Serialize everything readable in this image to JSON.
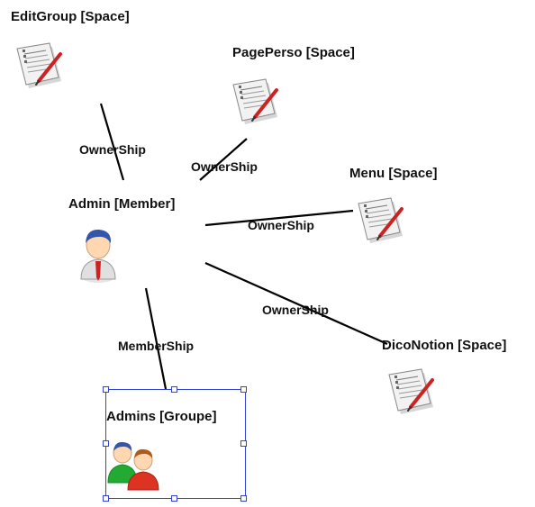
{
  "nodes": {
    "editgroup": {
      "label": "EditGroup [Space]",
      "type": "space",
      "icon": "document-pen-icon"
    },
    "pageperso": {
      "label": "PagePerso [Space]",
      "type": "space",
      "icon": "document-pen-icon"
    },
    "menu": {
      "label": "Menu [Space]",
      "type": "space",
      "icon": "document-pen-icon"
    },
    "diconotion": {
      "label": "DicoNotion [Space]",
      "type": "space",
      "icon": "document-pen-icon"
    },
    "admin": {
      "label": "Admin [Member]",
      "type": "member",
      "icon": "user-icon"
    },
    "admins": {
      "label": "Admins [Groupe]",
      "type": "group",
      "icon": "user-group-icon",
      "selected": true
    }
  },
  "edges": {
    "e1": {
      "label": "OwnerShip",
      "from": "admin",
      "to": "editgroup"
    },
    "e2": {
      "label": "OwnerShip",
      "from": "admin",
      "to": "pageperso"
    },
    "e3": {
      "label": "OwnerShip",
      "from": "admin",
      "to": "menu"
    },
    "e4": {
      "label": "OwnerShip",
      "from": "admin",
      "to": "diconotion"
    },
    "e5": {
      "label": "MemberShip",
      "from": "admin",
      "to": "admins"
    }
  },
  "colors": {
    "edge": "#000000",
    "selection": "#3344cc",
    "document_paper": "#f2f2f2",
    "pen": "#cc2222",
    "user_shirt": "#e0e0e0",
    "user_hair": "#3355aa",
    "group_member_green": "#22aa33",
    "group_member_red": "#dd3322"
  }
}
